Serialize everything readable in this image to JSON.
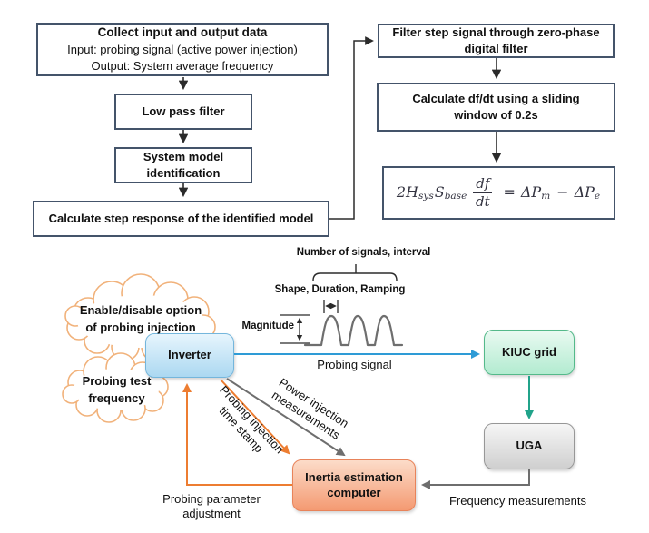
{
  "flowchart": {
    "box_collect": {
      "title": "Collect input and output data",
      "line2": "Input: probing signal (active power injection)",
      "line3": "Output: System average frequency"
    },
    "box_lowpass": {
      "label": "Low pass filter"
    },
    "box_sysid": {
      "lines": [
        "System model",
        "identification"
      ]
    },
    "box_step": {
      "label": "Calculate step response of the identified model"
    },
    "box_filter": {
      "lines": [
        "Filter step signal through zero-phase",
        "digital filter"
      ]
    },
    "box_dfdt": {
      "lines": [
        "Calculate df/dt using a sliding",
        "window of 0.2s"
      ]
    },
    "formula": {
      "term1": "2H",
      "sub1": "sys",
      "term2": "S",
      "sub2": "base",
      "frac_num": "df",
      "frac_den": "dt",
      "equals": "=",
      "term3": "ΔP",
      "sub3": "m",
      "minus": "−",
      "term4": "ΔP",
      "sub4": "e"
    }
  },
  "diagram": {
    "clouds": {
      "enable_disable": {
        "lines": [
          "Enable/disable option",
          "of probing injection"
        ]
      },
      "probing_test": {
        "lines": [
          "Probing test",
          "frequency"
        ]
      }
    },
    "nodes": {
      "inverter": {
        "label": "Inverter"
      },
      "kiuc": {
        "label": "KIUC grid"
      },
      "uga": {
        "label": "UGA"
      },
      "inertia": {
        "lines": [
          "Inertia estimation",
          "computer"
        ]
      }
    },
    "labels": {
      "num_signals": "Number of signals, interval",
      "shape_duration": "Shape, Duration, Ramping",
      "magnitude": "Magnitude",
      "probing_signal": "Probing signal",
      "power_injection": {
        "lines": [
          "Power injection",
          "measurements"
        ]
      },
      "time_stamp": {
        "lines": [
          "Probing injection",
          "time stamp"
        ]
      },
      "param_adjustment": {
        "lines": [
          "Probing parameter",
          "adjustment"
        ]
      },
      "frequency": "Frequency measurements"
    },
    "colors": {
      "flow_box_border": "#44546a",
      "flow_arrow": "#2b2b2b",
      "inverter_fill": "#bfe1f6",
      "inverter_border": "#74b6dc",
      "kiuc_fill": "#c4f0da",
      "kiuc_border": "#54b98a",
      "uga_fill": "#dddddd",
      "uga_border": "#979797",
      "inertia_fill": "#f8bb97",
      "inertia_border": "#e8835a",
      "cloud_stroke": "#f1b27b",
      "orange_arrow": "#ed7d31",
      "gray_arrow": "#6e6e6e",
      "blue_arrow": "#2e9bd6",
      "teal_arrow": "#21a38a",
      "waveform_stroke": "#6e6e6e"
    }
  }
}
